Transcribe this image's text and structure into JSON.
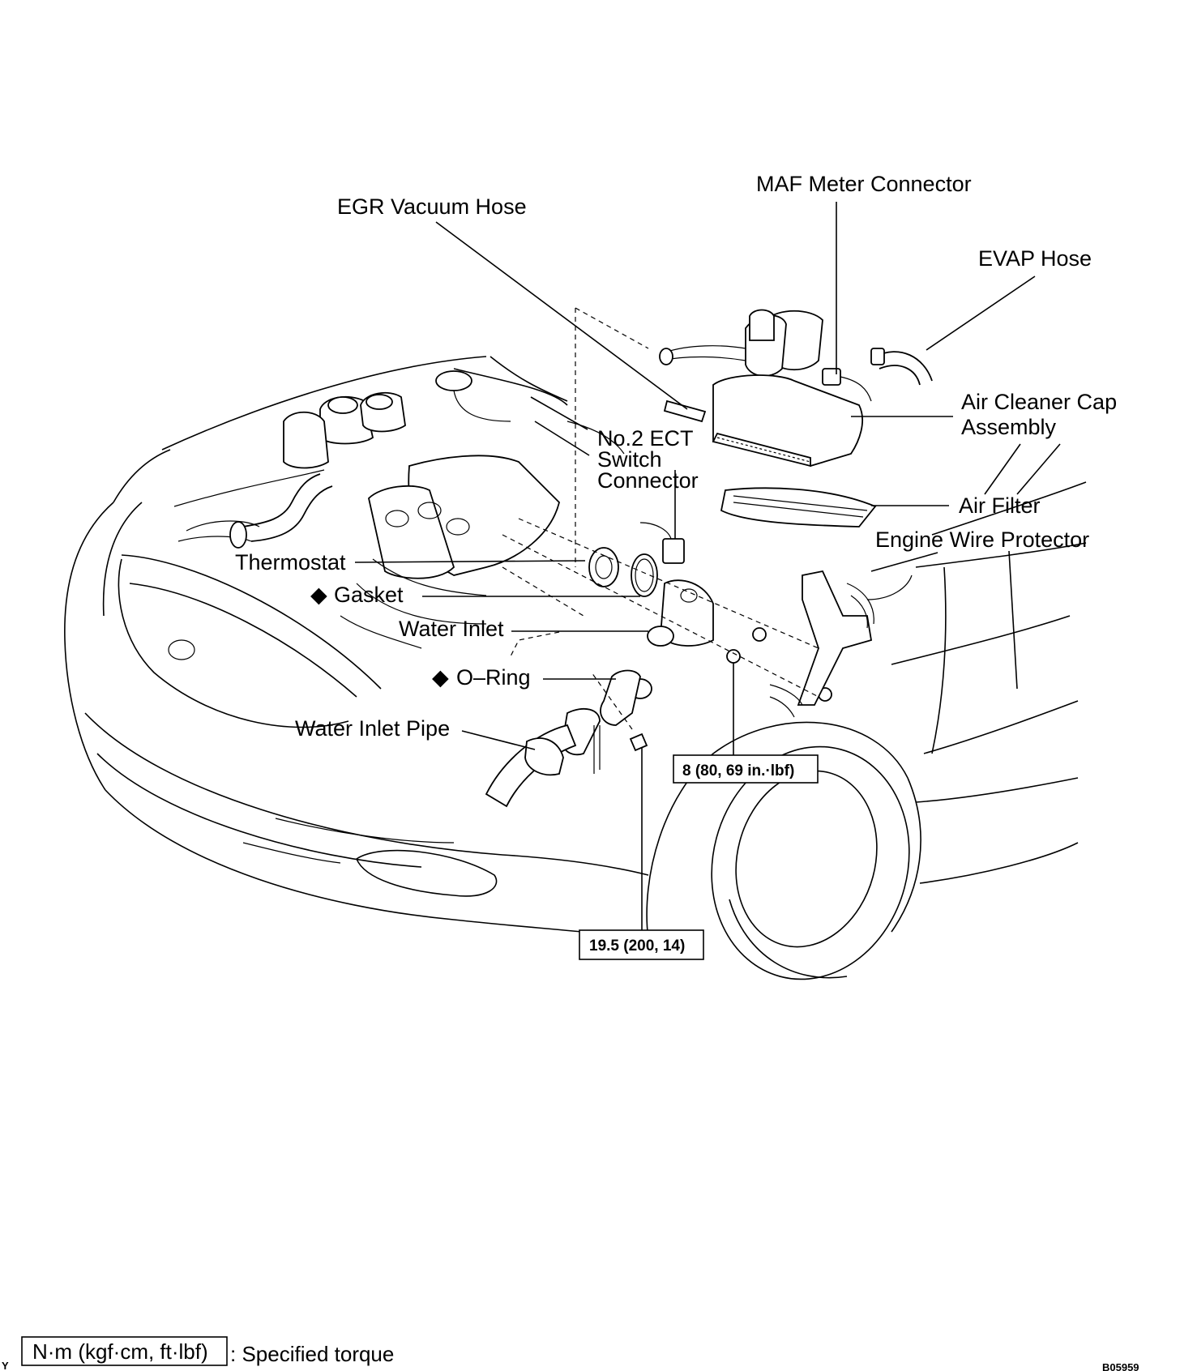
{
  "labels": {
    "egr_vacuum_hose": "EGR Vacuum Hose",
    "maf_meter_connector": "MAF Meter Connector",
    "evap_hose": "EVAP Hose",
    "air_cleaner_cap_line1": "Air Cleaner Cap",
    "air_cleaner_cap_line2": "Assembly",
    "no2_ect_line1": "No.2 ECT",
    "no2_ect_line2": "Switch",
    "no2_ect_line3": "Connector",
    "air_filter": "Air Filter",
    "engine_wire_protector": "Engine Wire Protector",
    "thermostat": "Thermostat",
    "gasket": "Gasket",
    "water_inlet": "Water Inlet",
    "o_ring": "O–Ring",
    "water_inlet_pipe": "Water Inlet Pipe"
  },
  "new_part_marker": "◆",
  "torques": {
    "nut": "8 (80, 69 in.·lbf)",
    "bolt": "19.5 (200, 14)"
  },
  "legend": {
    "unit": "N·m (kgf·cm, ft·lbf)",
    "description": ": Specified torque"
  },
  "figure_code": "B05959",
  "edge_letter": "Y"
}
